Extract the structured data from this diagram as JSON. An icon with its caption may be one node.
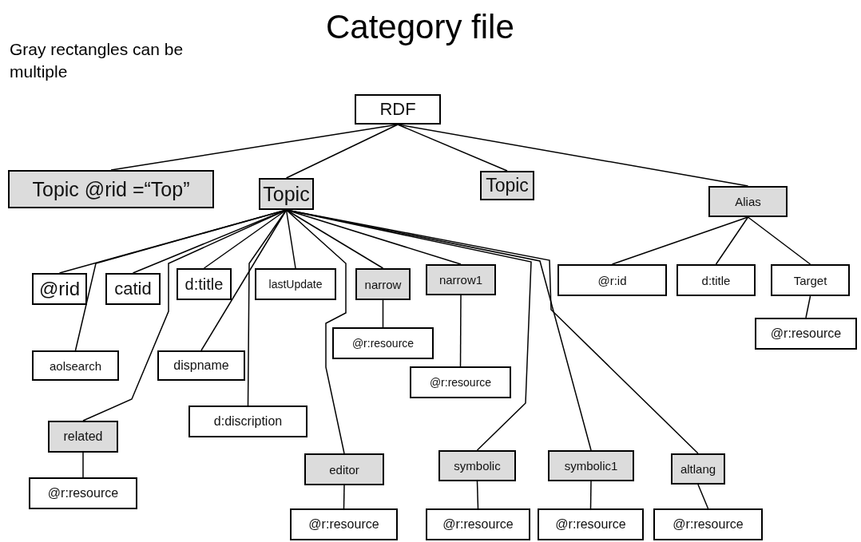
{
  "diagram": {
    "title": "Category file",
    "nodes": [
      {
        "text": [
          "RDF"
        ]
      },
      {
        "text": [
          "Topic @rid =“Top”"
        ]
      },
      {
        "text": [
          "Topic"
        ]
      },
      {
        "text": [
          "Topic"
        ]
      },
      {
        "text": [
          "Alias"
        ]
      },
      {
        "text": [
          "@rid"
        ]
      },
      {
        "text": [
          "catid"
        ]
      },
      {
        "text": [
          "d:title"
        ]
      },
      {
        "text": [
          "lastUpdate"
        ]
      },
      {
        "text": [
          "narrow"
        ]
      },
      {
        "text": [
          "narrow1"
        ]
      },
      {
        "text": [
          "@r:id"
        ]
      },
      {
        "text": [
          "d:title"
        ]
      },
      {
        "text": [
          "Target"
        ]
      },
      {
        "text": [
          "aolsearch"
        ]
      },
      {
        "text": [
          "dispname"
        ]
      },
      {
        "text": [
          "@r:resource"
        ]
      },
      {
        "text": [
          "@r:resource"
        ]
      },
      {
        "text": [
          "@r:resource"
        ]
      },
      {
        "text": [
          "d:discription"
        ]
      },
      {
        "text": [
          "related"
        ]
      },
      {
        "text": [
          "editor"
        ]
      },
      {
        "text": [
          "symbolic"
        ]
      },
      {
        "text": [
          "symbolic1"
        ]
      },
      {
        "text": [
          "altlang"
        ]
      },
      {
        "text": [
          "@r:resource"
        ]
      },
      {
        "text": [
          "@r:resource"
        ]
      },
      {
        "text": [
          "@r:resource"
        ]
      },
      {
        "text": [
          "@r:resource"
        ]
      },
      {
        "text": [
          "@r:resource"
        ]
      }
    ],
    "edges": [
      {
        "from": 0,
        "to": 1,
        "arrow": "none"
      },
      {
        "from": 0,
        "to": 2,
        "arrow": "none"
      },
      {
        "from": 0,
        "to": 3,
        "arrow": "none"
      },
      {
        "from": 0,
        "to": 4,
        "arrow": "none"
      },
      {
        "from": 2,
        "to": 5,
        "arrow": "none"
      },
      {
        "from": 2,
        "to": 6,
        "arrow": "none"
      },
      {
        "from": 2,
        "to": 7,
        "arrow": "none"
      },
      {
        "from": 2,
        "to": 8,
        "arrow": "none"
      },
      {
        "from": 2,
        "to": 9,
        "arrow": "none"
      },
      {
        "from": 2,
        "to": 10,
        "arrow": "none"
      },
      {
        "from": 2,
        "to": 14,
        "arrow": "none"
      },
      {
        "from": 2,
        "to": 15,
        "arrow": "none"
      },
      {
        "from": 2,
        "to": 19,
        "arrow": "none"
      },
      {
        "from": 2,
        "to": 20,
        "arrow": "none"
      },
      {
        "from": 2,
        "to": 21,
        "arrow": "none"
      },
      {
        "from": 2,
        "to": 22,
        "arrow": "none"
      },
      {
        "from": 2,
        "to": 23,
        "arrow": "none"
      },
      {
        "from": 2,
        "to": 24,
        "arrow": "none"
      },
      {
        "from": 4,
        "to": 11,
        "arrow": "none"
      },
      {
        "from": 4,
        "to": 12,
        "arrow": "none"
      },
      {
        "from": 4,
        "to": 13,
        "arrow": "none"
      },
      {
        "from": 13,
        "to": 18,
        "arrow": "none"
      },
      {
        "from": 9,
        "to": 16,
        "arrow": "none"
      },
      {
        "from": 10,
        "to": 17,
        "arrow": "none"
      },
      {
        "from": 20,
        "to": 25,
        "arrow": "none"
      },
      {
        "from": 21,
        "to": 26,
        "arrow": "none"
      },
      {
        "from": 22,
        "to": 27,
        "arrow": "none"
      },
      {
        "from": 23,
        "to": 28,
        "arrow": "none"
      },
      {
        "from": 24,
        "to": 29,
        "arrow": "none"
      }
    ],
    "labels": [
      "Gray rectangles can be multiple"
    ]
  }
}
